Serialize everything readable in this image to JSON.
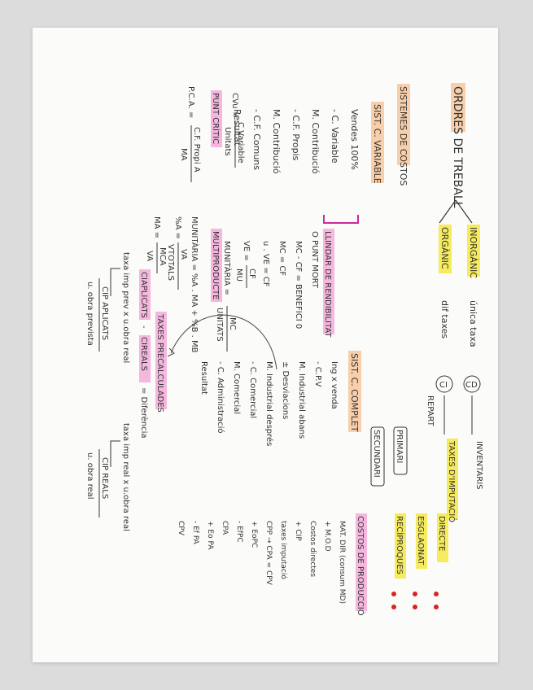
{
  "document": {
    "title": "ORDRES DE TREBALL",
    "branch_inorganic": "INORGÀNIC",
    "branch_organic": "ORGÀNIC",
    "inorganic_note": "única taxa",
    "organic_note": "dif taxes",
    "partial_system": {
      "heading": "SISTEMES DE COSTOS",
      "title": "SIST. C. VARIABLE",
      "lines": [
        "Vendes 100%",
        "- C. Variable",
        "M. Contribució",
        "- C.F. Propis",
        "M. Contribució",
        "- C.F. Comuns",
        "Resultat"
      ],
      "cv_label": "CVu =",
      "cv_num": "C.Variable",
      "cv_den": "Unitats",
      "breakeven_heading": "PUNT CRÍTIC",
      "pca_label": "P.C.A. =",
      "pca_num": "C.F. Propi A",
      "pca_den": "MA"
    },
    "breakeven": {
      "heading": "LLINDAR DE RENDIBILITAT",
      "subheading": "O PUNT MORT",
      "eq1": "MC - CF = BENEFICI 0",
      "eq2": "MC = CF",
      "eq3": "u . VE = CF",
      "ve_label": "VE =",
      "ve_num": "CF",
      "ve_den": "MU",
      "mu_label": "MUNITÀRIA =",
      "mu_num": "MC",
      "mu_den": "UNITATS"
    },
    "multiproduct": {
      "heading": "MULTIPRODUCTE",
      "eq1": "MUNITÀRIA = %A . MA + %B . MB",
      "va_label": "%A =",
      "va_num": "VA",
      "va_den": "VTOTALS",
      "ma_label": "MA =",
      "ma_num": "MCA",
      "ma_den": "VA"
    },
    "rates": {
      "heading": "TAXES PRECALCULADES",
      "formula_left": "CIAPLICATS",
      "formula_mid": "CIREALS",
      "formula_right": "= Diferència",
      "applied_rate": "taxa imp prev x u.obra real",
      "applied_result_label": "CIP APLICATS",
      "applied_result_den": "u. obra prevista",
      "real_rate": "taxa imp real x u.obra real",
      "real_result_label": "CIP REALS",
      "real_result_den": "u. obra real"
    },
    "full_system": {
      "title": "SIST. C. COMPLET",
      "lines": [
        "Ing x venda",
        "- C.P.V",
        "M. Industrial abans",
        "± Desviacions",
        "M. Industrial després",
        "- C. Comercial",
        "M. Comercial",
        "- C. Administració",
        "Resultat"
      ]
    },
    "costs": {
      "cd": "CD",
      "ci": "CI",
      "cd_note": "INVENTARIS",
      "ci_repart": "REPART",
      "primari": "PRIMARI",
      "secundari": "SECUNDARI",
      "rates_imput": "TAXES D'IMPUTACIÓ",
      "direct": "DIRECTE",
      "scale": "ESGLAONAT",
      "reciprocal": "RECÍPROQUES"
    },
    "production_costs": {
      "heading": "COSTOS DE PRODUCCIÓ",
      "lines": [
        "MAT. DIR (consum MD)",
        "+ M.O.D",
        "Costos directes",
        "+ CIP",
        "taxes imputació",
        "CPP → CPA = CPV",
        "+ EoPC",
        "- EfPC",
        "CPA",
        "+ Eo PA",
        "- Ef PA",
        "CPV"
      ]
    }
  }
}
